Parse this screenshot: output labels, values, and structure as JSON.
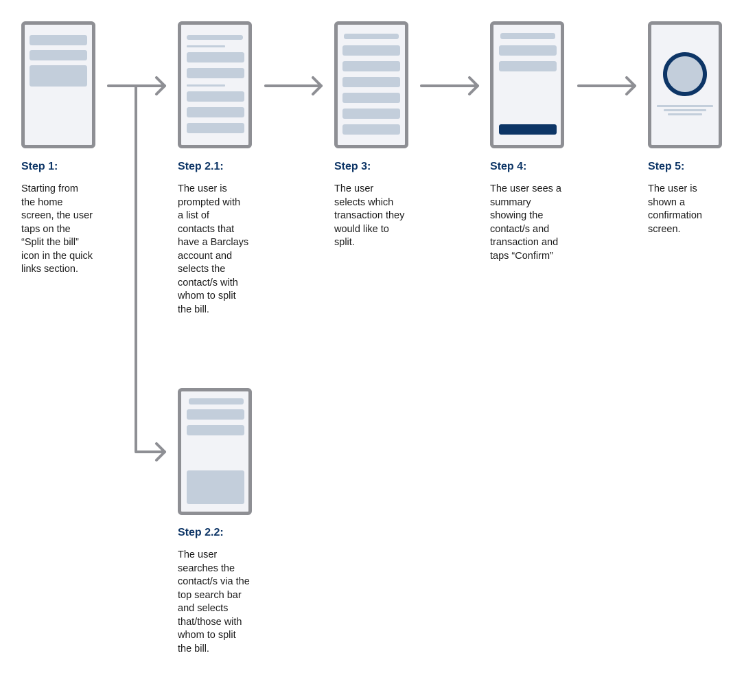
{
  "colors": {
    "accent": "#0d3566",
    "placeholder": "#c3cedb",
    "screen": "#f2f3f7",
    "frame": "#8e8f94",
    "arrow": "#8e8f94"
  },
  "steps": [
    {
      "id": "step-1",
      "title": "Step 1:",
      "description": "Starting from\nthe home\nscreen, the user\ntaps on the\n“Split the bill”\nicon in the quick\nlinks section."
    },
    {
      "id": "step-2-1",
      "title": "Step 2.1:",
      "description": "The user is\nprompted with\na list of\ncontacts that\nhave a Barclays\naccount and\nselects the\ncontact/s with\nwhom to split\nthe bill."
    },
    {
      "id": "step-3",
      "title": "Step 3:",
      "description": "The user\nselects which\ntransaction they\nwould like to\nsplit."
    },
    {
      "id": "step-4",
      "title": "Step 4:",
      "description": "The user sees a\nsummary\nshowing the\ncontact/s and\ntransaction and\ntaps “Confirm”"
    },
    {
      "id": "step-5",
      "title": "Step 5:",
      "description": "The user is\nshown a\nconfirmation\nscreen."
    },
    {
      "id": "step-2-2",
      "title": "Step 2.2:",
      "description": "The user\nsearches the\ncontact/s via the\ntop search bar\nand selects\nthat/those with\nwhom to split\nthe bill."
    }
  ]
}
